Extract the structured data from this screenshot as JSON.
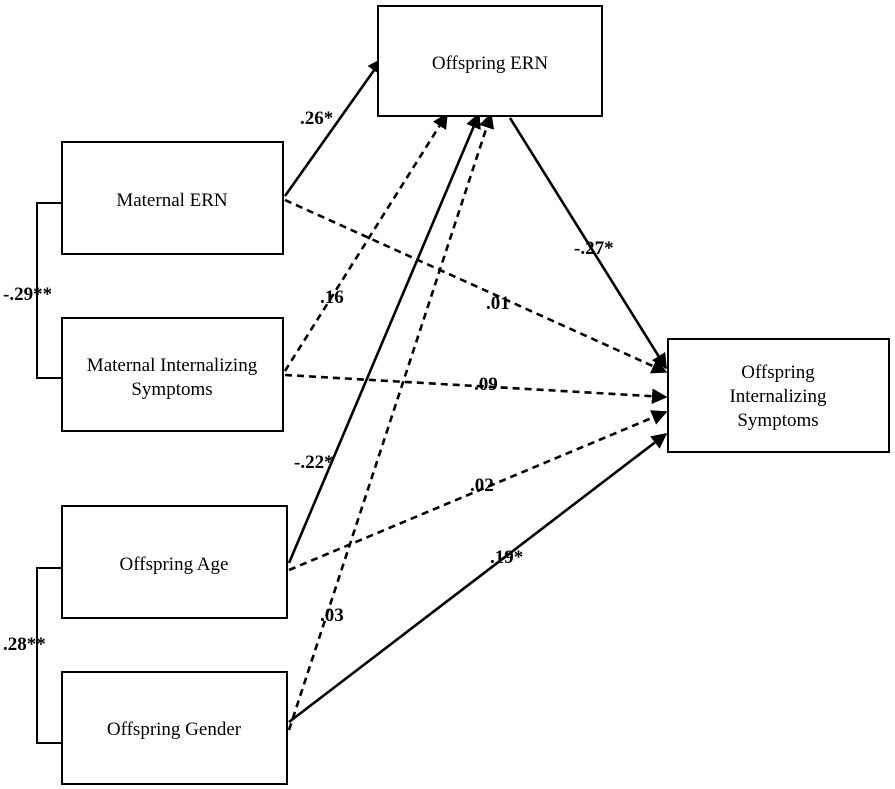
{
  "nodes": {
    "maternal_ern": {
      "lines": [
        "Maternal ERN"
      ]
    },
    "maternal_internalizing": {
      "lines": [
        "Maternal Internalizing",
        "Symptoms"
      ]
    },
    "offspring_age": {
      "lines": [
        "Offspring Age"
      ]
    },
    "offspring_gender": {
      "lines": [
        "Offspring Gender"
      ]
    },
    "offspring_ern": {
      "lines": [
        "Offspring ERN"
      ]
    },
    "offspring_internalizing": {
      "lines": [
        "Offspring",
        "Internalizing",
        "Symptoms"
      ]
    }
  },
  "paths": [
    {
      "from": "maternal_ern",
      "to": "offspring_ern",
      "coefficient": ".26*",
      "significant": true
    },
    {
      "from": "maternal_ern",
      "to": "offspring_internalizing",
      "coefficient": ".01",
      "significant": false
    },
    {
      "from": "maternal_internalizing",
      "to": "offspring_ern",
      "coefficient": ".16",
      "significant": false
    },
    {
      "from": "maternal_internalizing",
      "to": "offspring_internalizing",
      "coefficient": ".09",
      "significant": false
    },
    {
      "from": "offspring_age",
      "to": "offspring_ern",
      "coefficient": "-.22*",
      "significant": true
    },
    {
      "from": "offspring_age",
      "to": "offspring_internalizing",
      "coefficient": ".02",
      "significant": false
    },
    {
      "from": "offspring_gender",
      "to": "offspring_ern",
      "coefficient": ".03",
      "significant": false
    },
    {
      "from": "offspring_gender",
      "to": "offspring_internalizing",
      "coefficient": ".19*",
      "significant": true
    },
    {
      "from": "offspring_ern",
      "to": "offspring_internalizing",
      "coefficient": "-.27*",
      "significant": true
    }
  ],
  "correlations": [
    {
      "between": [
        "maternal_ern",
        "maternal_internalizing"
      ],
      "coefficient": "-.29**"
    },
    {
      "between": [
        "offspring_age",
        "offspring_gender"
      ],
      "coefficient": ".28**"
    }
  ]
}
